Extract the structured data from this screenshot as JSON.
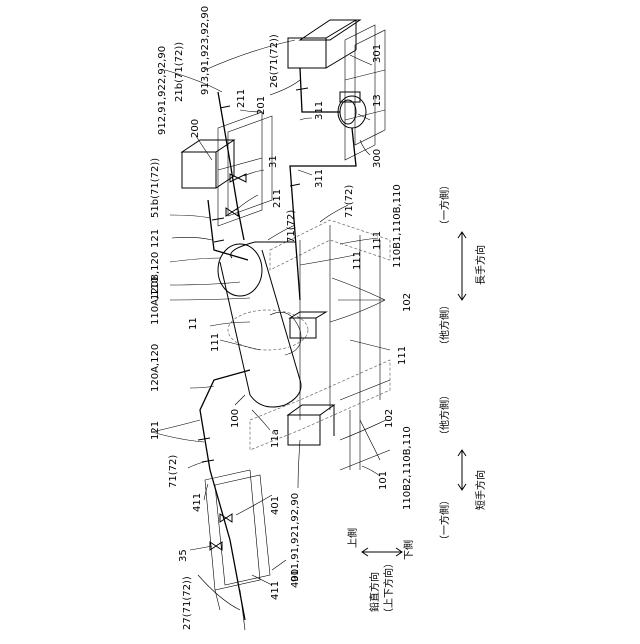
{
  "labels": {
    "ref_912": "912,91,922,92,90",
    "ref_913": "913,91,923,92,90",
    "ref_21b": "21b(71(72))",
    "ref_26": "26(71(72))",
    "ref_301": "301",
    "ref_13": "13",
    "ref_300": "300",
    "ref_200": "200",
    "ref_211_top": "211",
    "ref_201": "201",
    "ref_311_top": "311",
    "ref_311_mid": "311",
    "ref_31": "31",
    "ref_211_mid": "211",
    "ref_51b": "51b(71(72))",
    "ref_121_top": "121",
    "ref_120B": "120B,120",
    "ref_71_mid": "71(72)",
    "ref_71_right": "71(72)",
    "ref_110B1": "110B1,110B,110",
    "ref_111_a": "111",
    "ref_111_b": "111",
    "ref_111_c": "111",
    "ref_111_d": "111",
    "ref_110A": "110A,110",
    "ref_11": "11",
    "ref_102_a": "102",
    "ref_102_b": "102",
    "ref_120A": "120A,120",
    "ref_100": "100",
    "ref_121_bot": "121",
    "ref_11a": "11a",
    "ref_110B2": "110B2,110B,110",
    "ref_101": "101",
    "ref_71_bot": "71(72)",
    "ref_411_top": "411",
    "ref_401": "401",
    "ref_911": "911,91,921,92,90",
    "ref_35": "35",
    "ref_400": "400",
    "ref_27": "27(71(72))",
    "ref_411_bot": "411"
  },
  "legend": {
    "long_dir": "長手方向",
    "long_one": "（一方側）",
    "long_other": "（他方側）",
    "short_dir": "短手方向",
    "short_one": "（一方側）",
    "short_other": "（他方側）",
    "vert_dir": "鉛直方向",
    "vert_sub": "（上下方向）",
    "vert_up": "上側",
    "vert_down": "下側"
  }
}
